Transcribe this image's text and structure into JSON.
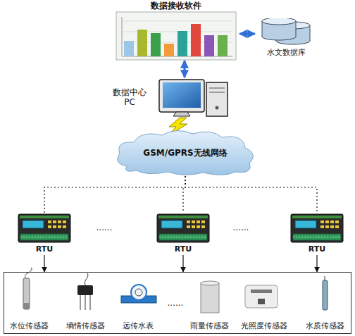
{
  "diagram": {
    "nodes": [
      {
        "text": [
          "数据接收软件"
        ]
      },
      {
        "text": [
          "水文数据库"
        ]
      },
      {
        "text": [
          "数据中心 PC"
        ]
      },
      {
        "text": [
          "GSM/GPRS无线网络"
        ]
      },
      {
        "text": [
          "RTU"
        ]
      },
      {
        "text": [
          "RTU"
        ]
      },
      {
        "text": [
          "RTU"
        ]
      },
      {
        "text": [
          "......"
        ]
      },
      {
        "text": [
          "水位传感器"
        ],
        "in": 7
      },
      {
        "text": [
          "墒情传感器"
        ],
        "in": 7
      },
      {
        "text": [
          "远传水表"
        ],
        "in": 7
      },
      {
        "text": [
          "雨量传感器"
        ],
        "in": 7
      },
      {
        "text": [
          "光照度传感器"
        ],
        "in": 7
      },
      {
        "text": [
          "水质传感器"
        ],
        "in": 7
      }
    ],
    "edges": [
      {
        "from": 0,
        "to": 1,
        "arrow": "both"
      },
      {
        "from": 0,
        "to": 2,
        "arrow": "both"
      },
      {
        "from": 3,
        "to": 4,
        "arrow": "none"
      },
      {
        "from": 3,
        "to": 5,
        "arrow": "none"
      },
      {
        "from": 3,
        "to": 6,
        "arrow": "none"
      },
      {
        "from": 4,
        "to": 7,
        "arrow": "to"
      },
      {
        "from": 5,
        "to": 7,
        "arrow": "to"
      },
      {
        "from": 6,
        "to": 7,
        "arrow": "to"
      }
    ],
    "labels": [
      "......",
      "......"
    ]
  }
}
